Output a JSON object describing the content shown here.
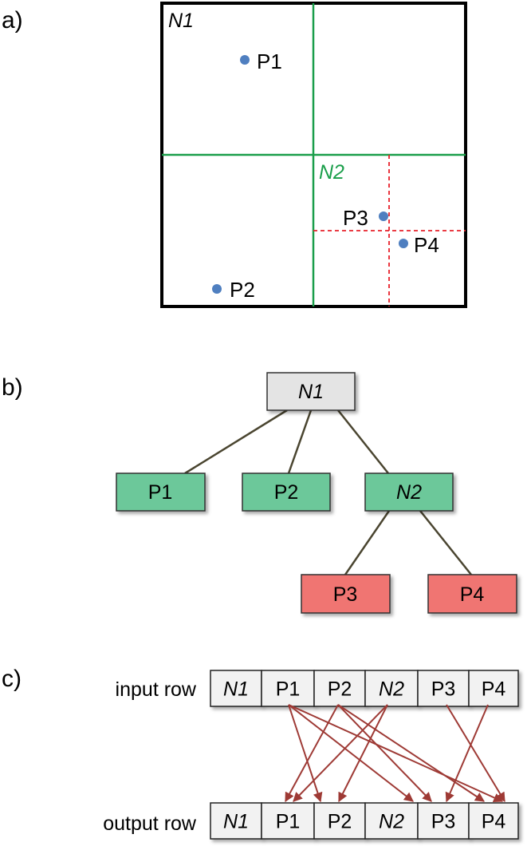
{
  "panel_labels": {
    "a": "a)",
    "b": "b)",
    "c": "c)"
  },
  "panel_a": {
    "node_n1": "N1",
    "node_n2": "N2",
    "points": [
      "P1",
      "P2",
      "P3",
      "P4"
    ]
  },
  "panel_b": {
    "root": "N1",
    "level1": [
      "P1",
      "P2",
      "N2"
    ],
    "level2": [
      "P3",
      "P4"
    ]
  },
  "panel_c": {
    "input_label": "input row",
    "output_label": "output row",
    "input_cells": [
      "N1",
      "P1",
      "P2",
      "N2",
      "P3",
      "P4"
    ],
    "output_cells": [
      "N1",
      "P1",
      "P2",
      "N2",
      "P3",
      "P4"
    ]
  },
  "colors": {
    "green_line": "#1a9e4a",
    "red_dash": "#e8202a",
    "point": "#4f7fc0",
    "green_box": "#6cc89a",
    "red_box": "#f07472",
    "gray_box": "#e4e4e4",
    "connector": "#4a4530",
    "arrow": "#9e3a35",
    "cell": "#f2f2f2"
  }
}
